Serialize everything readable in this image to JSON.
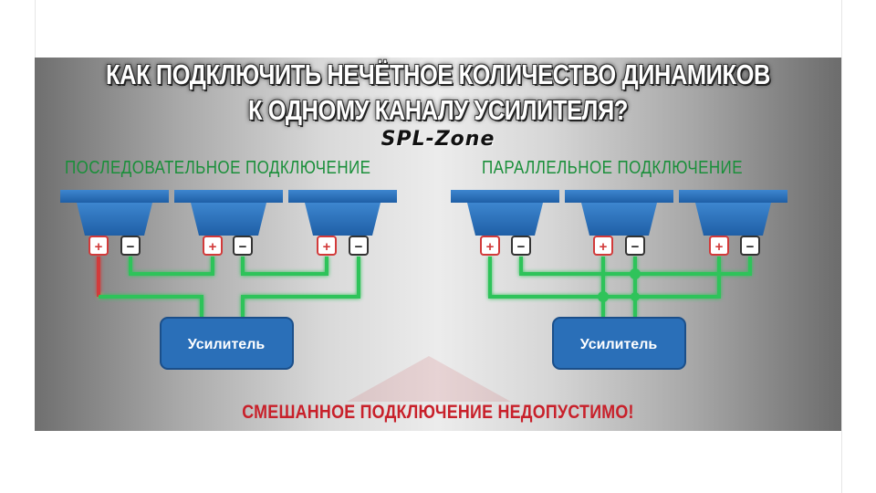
{
  "title_line1": "КАК ПОДКЛЮЧИТЬ НЕЧЁТНОЕ КОЛИЧЕСТВО ДИНАМИКОВ",
  "title_line2": "К ОДНОМУ КАНАЛУ УСИЛИТЕЛЯ?",
  "brand": "SPL-Zone",
  "series_title": "ПОСЛЕДОВАТЕЛЬНОЕ ПОДКЛЮЧЕНИЕ",
  "parallel_title": "ПАРАЛЛЕЛЬНОЕ ПОДКЛЮЧЕНИЕ",
  "amplifier_label": "Усилитель",
  "plus_sign": "+",
  "minus_sign": "−",
  "warning": "СМЕШАННОЕ ПОДКЛЮЧЕНИЕ НЕДОПУСТИМО!",
  "colors": {
    "speaker": "#2a6fb8",
    "wire": "#2fc35a",
    "plus_terminal": "#d23a3a",
    "amp": "#2a6fb8",
    "warning": "#c8202a",
    "section_title": "#1a8f3a"
  }
}
